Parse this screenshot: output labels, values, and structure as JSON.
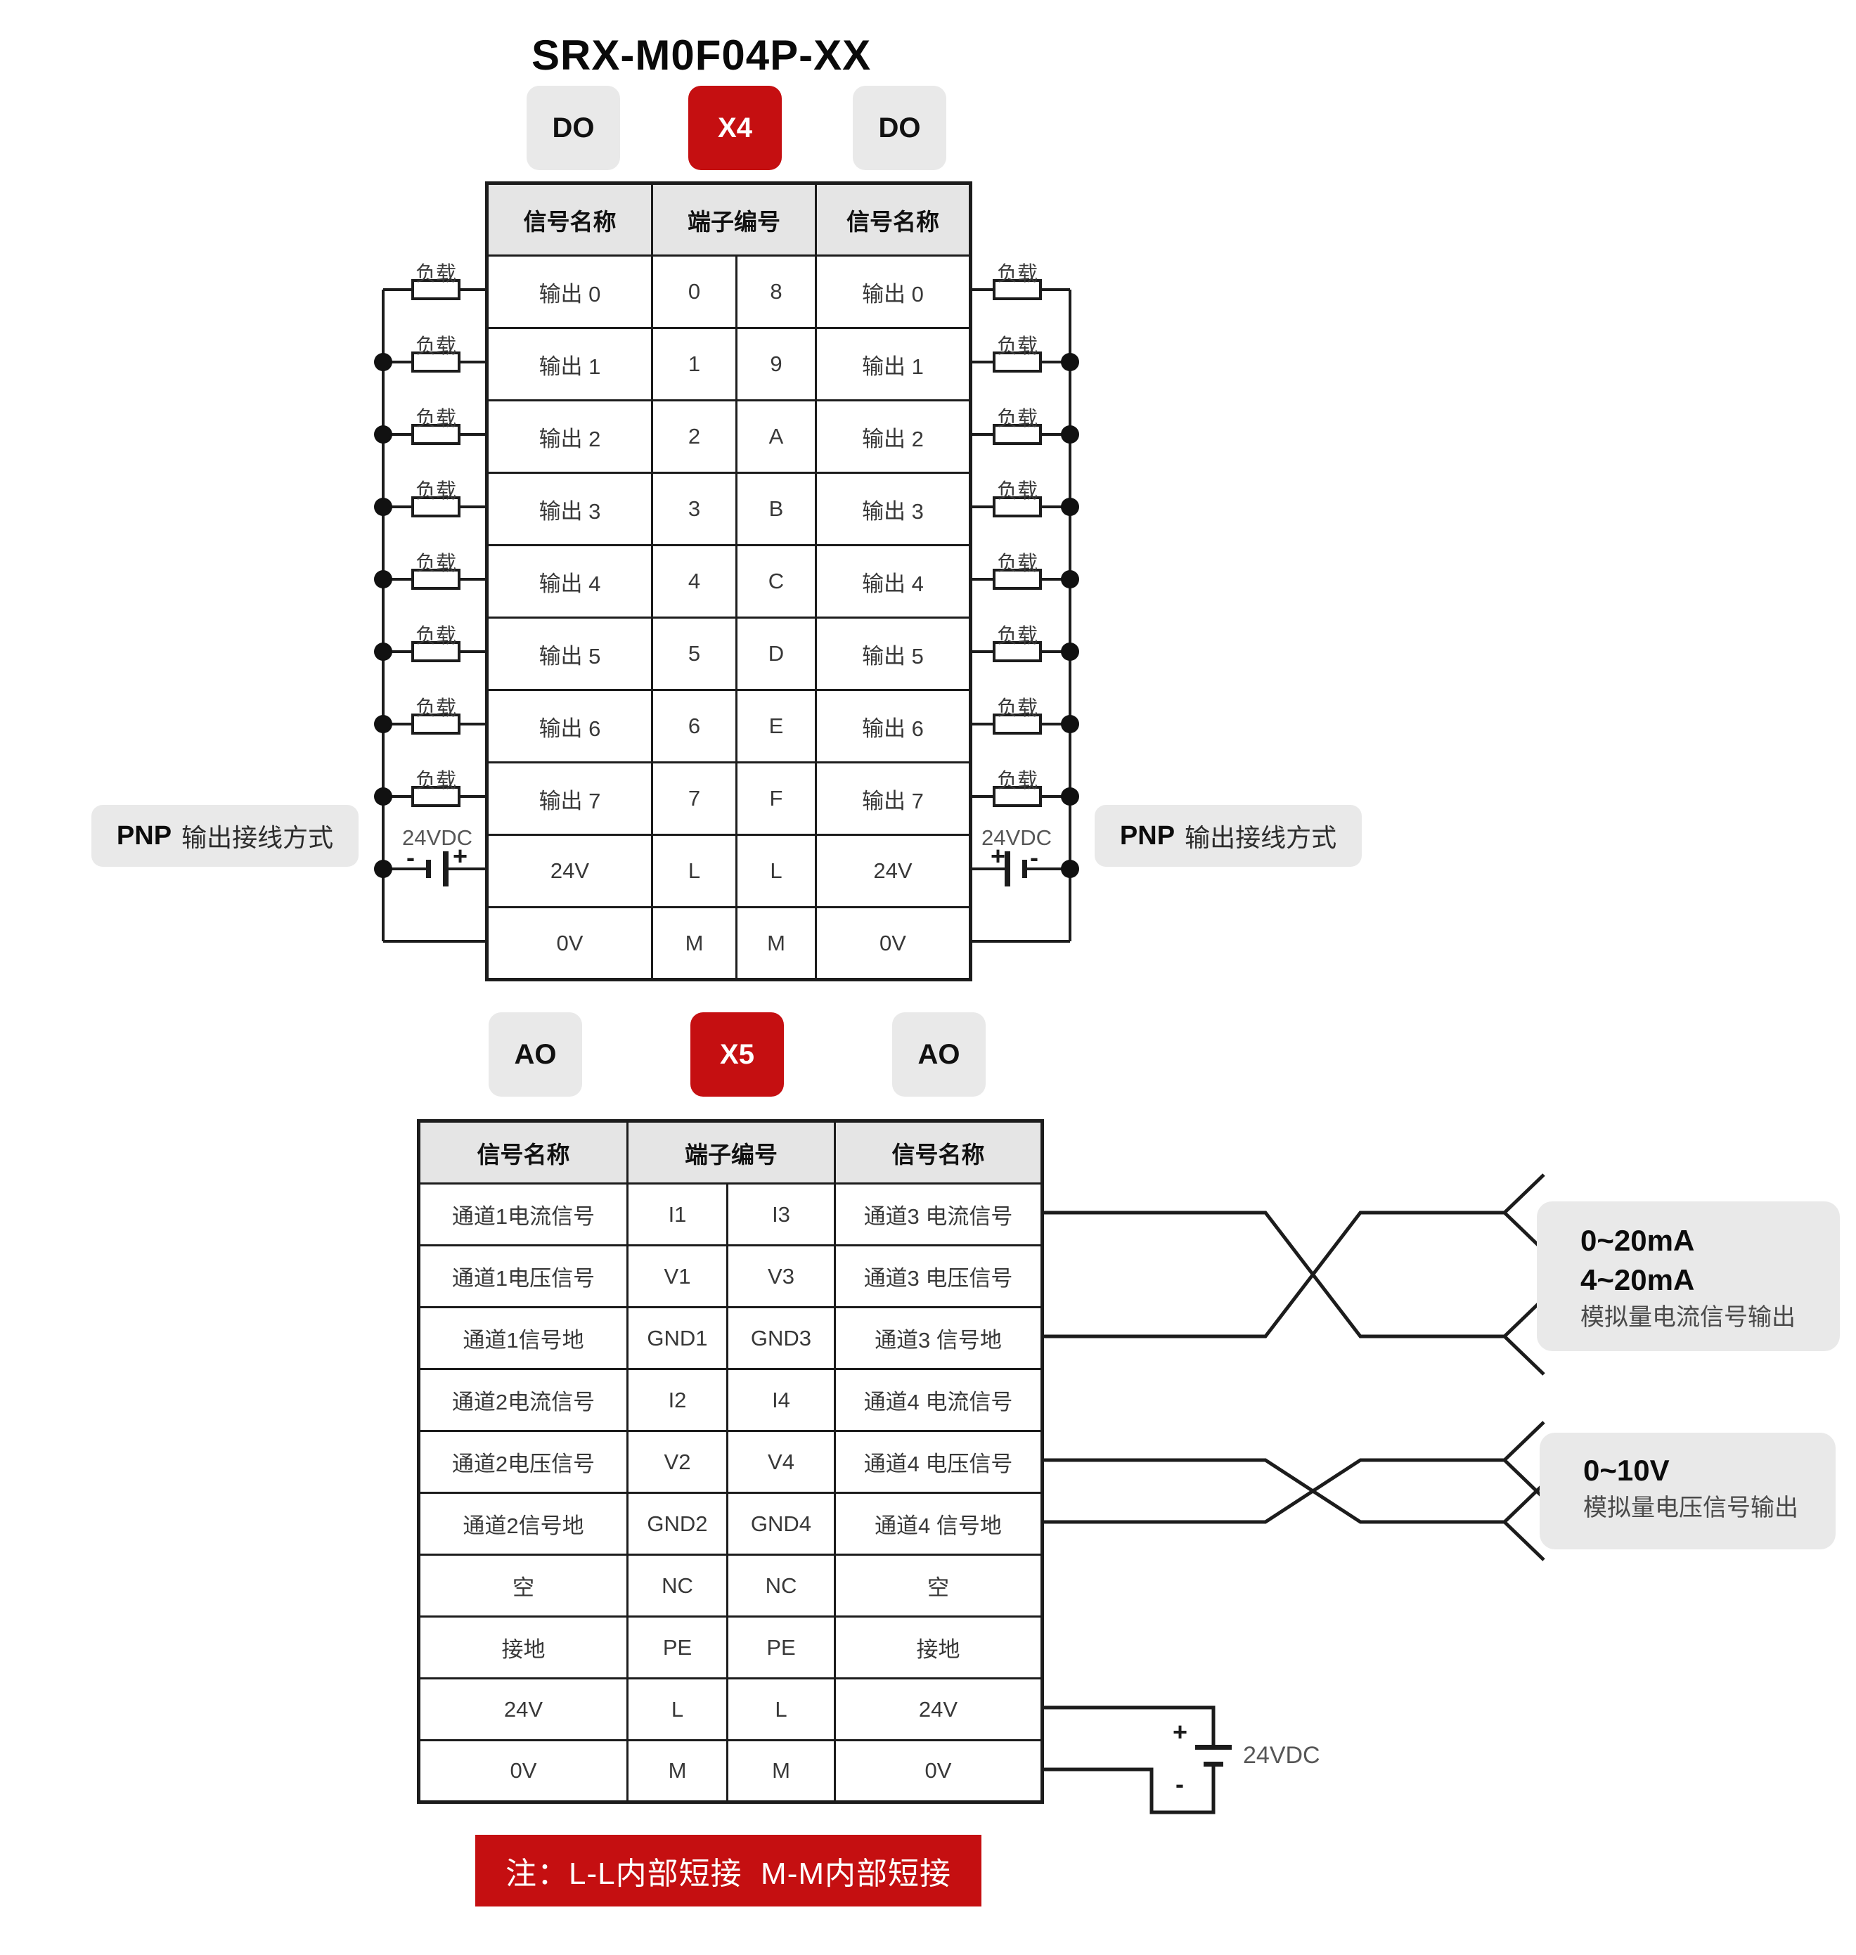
{
  "title": "SRX-M0F04P-XX",
  "colors": {
    "accent_red": "#c50f11",
    "badge_gray": "#e9e9e9",
    "header_gray": "#e5e5e5",
    "line": "#1c1c1c"
  },
  "x4": {
    "badges": {
      "left": "DO",
      "center": "X4",
      "right": "DO"
    },
    "header": {
      "signal_left": "信号名称",
      "terminal": "端子编号",
      "signal_right": "信号名称"
    },
    "rows": [
      {
        "left": "输出 0",
        "t1": "0",
        "t2": "8",
        "right": "输出 0"
      },
      {
        "left": "输出 1",
        "t1": "1",
        "t2": "9",
        "right": "输出 1"
      },
      {
        "left": "输出 2",
        "t1": "2",
        "t2": "A",
        "right": "输出 2"
      },
      {
        "left": "输出 3",
        "t1": "3",
        "t2": "B",
        "right": "输出 3"
      },
      {
        "left": "输出 4",
        "t1": "4",
        "t2": "C",
        "right": "输出 4"
      },
      {
        "left": "输出 5",
        "t1": "5",
        "t2": "D",
        "right": "输出 5"
      },
      {
        "left": "输出 6",
        "t1": "6",
        "t2": "E",
        "right": "输出 6"
      },
      {
        "left": "输出 7",
        "t1": "7",
        "t2": "F",
        "right": "输出 7"
      },
      {
        "left": "24V",
        "t1": "L",
        "t2": "L",
        "right": "24V"
      },
      {
        "left": "0V",
        "t1": "M",
        "t2": "M",
        "right": "0V"
      }
    ],
    "load_label": "负载",
    "supply_label": "24VDC",
    "battery_plus": "+",
    "battery_minus": "-",
    "pnp_bold": "PNP",
    "pnp_rest": "输出接线方式"
  },
  "x5": {
    "badges": {
      "left": "AO",
      "center": "X5",
      "right": "AO"
    },
    "header": {
      "signal_left": "信号名称",
      "terminal": "端子编号",
      "signal_right": "信号名称"
    },
    "rows": [
      {
        "left": "通道1电流信号",
        "t1": "I1",
        "t2": "I3",
        "right": "通道3 电流信号"
      },
      {
        "left": "通道1电压信号",
        "t1": "V1",
        "t2": "V3",
        "right": "通道3 电压信号"
      },
      {
        "left": "通道1信号地",
        "t1": "GND1",
        "t2": "GND3",
        "right": "通道3 信号地"
      },
      {
        "left": "通道2电流信号",
        "t1": "I2",
        "t2": "I4",
        "right": "通道4 电流信号"
      },
      {
        "left": "通道2电压信号",
        "t1": "V2",
        "t2": "V4",
        "right": "通道4 电压信号"
      },
      {
        "left": "通道2信号地",
        "t1": "GND2",
        "t2": "GND4",
        "right": "通道4 信号地"
      },
      {
        "left": "空",
        "t1": "NC",
        "t2": "NC",
        "right": "空"
      },
      {
        "left": "接地",
        "t1": "PE",
        "t2": "PE",
        "right": "接地"
      },
      {
        "left": "24V",
        "t1": "L",
        "t2": "L",
        "right": "24V"
      },
      {
        "left": "0V",
        "t1": "M",
        "t2": "M",
        "right": "0V"
      }
    ],
    "current_output_label": {
      "line1": "0~20mA",
      "line2": "4~20mA",
      "line3": "模拟量电流信号输出"
    },
    "voltage_output_label": {
      "line1": "0~10V",
      "line2": "模拟量电压信号输出"
    },
    "supply_label": "24VDC",
    "battery_plus": "+",
    "battery_minus": "-"
  },
  "note": "注：L-L内部短接  M-M内部短接"
}
